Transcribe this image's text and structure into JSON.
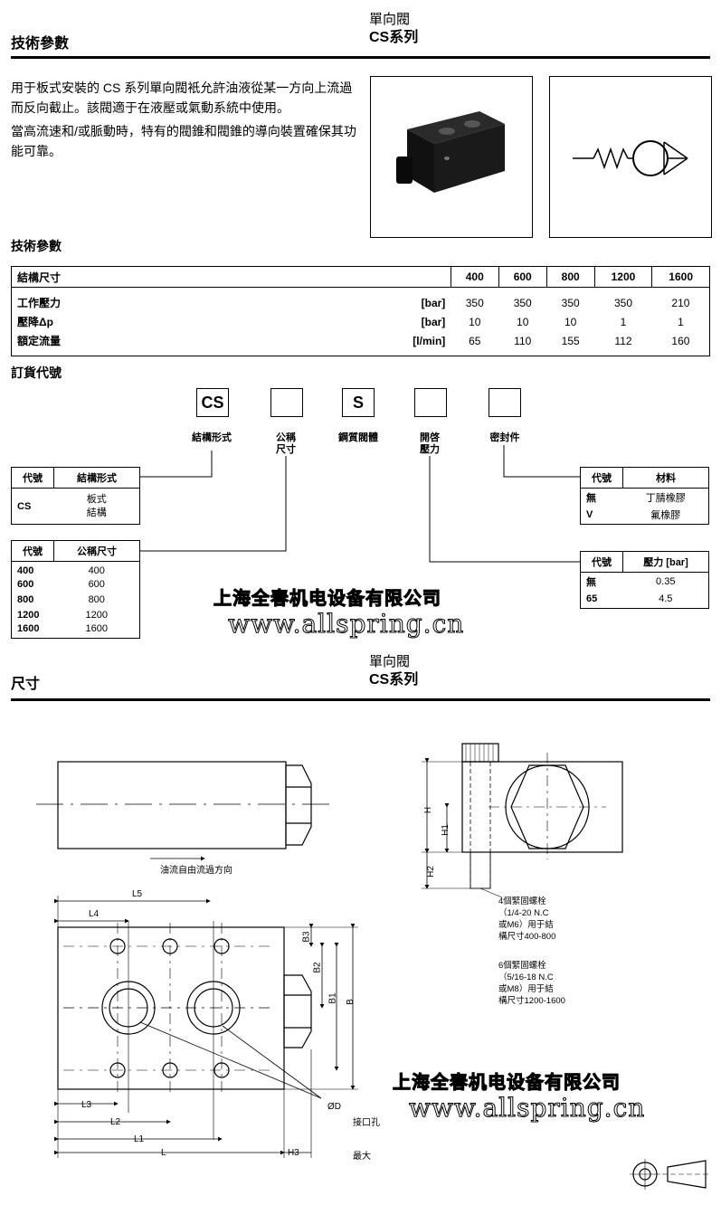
{
  "header": {
    "left_title": "技術參數",
    "product": "單向閥",
    "series": "CS系列"
  },
  "description": [
    "用于板式安裝的 CS 系列單向閥衹允許油液從某一方向上流過而反向截止。該閥適于在液壓或氣動系統中使用。",
    "當高流速和/或脈動時，特有的閥錐和閥錐的導向裝置確保其功能可靠。"
  ],
  "tech": {
    "title": "技術參數",
    "header_label": "結構尺寸",
    "sizes": [
      "400",
      "600",
      "800",
      "1200",
      "1600"
    ],
    "rows": [
      {
        "name": "工作壓力",
        "unit": "[bar]",
        "values": [
          "350",
          "350",
          "350",
          "350",
          "210"
        ]
      },
      {
        "name": "壓降Δp",
        "unit": "[bar]",
        "values": [
          "10",
          "10",
          "10",
          "1",
          "1"
        ]
      },
      {
        "name": "額定流量",
        "unit": "[l/min]",
        "values": [
          "65",
          "110",
          "155",
          "112",
          "160"
        ]
      }
    ]
  },
  "order": {
    "title": "訂貨代號",
    "boxes": [
      "CS",
      "",
      "S",
      "",
      ""
    ],
    "labels": [
      "結構形式",
      "公稱\n尺寸",
      "鋼質閥體",
      "開啓\n壓力",
      "密封件"
    ],
    "form_table": {
      "h1": "代號",
      "h2": "結構形式",
      "code": "CS",
      "value1": "板式",
      "value2": "結構"
    },
    "size_table": {
      "h1": "代號",
      "h2": "公稱尺寸",
      "rows": [
        [
          "400",
          "400"
        ],
        [
          "600",
          "600"
        ],
        [
          "800",
          "800"
        ],
        [
          "1200",
          "1200"
        ],
        [
          "1600",
          "1600"
        ]
      ]
    },
    "seal_table": {
      "h1": "代號",
      "h2": "材料",
      "rows": [
        [
          "無",
          "丁腈橡膠"
        ],
        [
          "V",
          "氟橡膠"
        ]
      ]
    },
    "pressure_table": {
      "h1": "代號",
      "h2": "壓力 [bar]",
      "rows": [
        [
          "無",
          "0.35"
        ],
        [
          "65",
          "4.5"
        ]
      ]
    }
  },
  "watermark": {
    "company": "上海全春机电设备有限公司",
    "url": "www.allspring.cn"
  },
  "dims": {
    "title": "尺寸",
    "flow_label": "油流自由流過方向",
    "labels": {
      "L": "L",
      "L1": "L1",
      "L2": "L2",
      "L3": "L3",
      "L4": "L4",
      "L5": "L5",
      "H": "H",
      "H1": "H1",
      "H2": "H2",
      "H3": "H3",
      "B": "B",
      "B1": "B1",
      "B2": "B2",
      "B3": "B3",
      "D": "ØD"
    },
    "port_label": "接口孔",
    "max_label": "最大",
    "note1": [
      "4個緊固螺栓",
      "（1/4-20 N.C",
      "或M6）用于結",
      "構尺寸400-800"
    ],
    "note2": [
      "6個緊固螺栓",
      "（5/16-18 N.C",
      "或M8）用于結",
      "構尺寸1200-1600"
    ]
  }
}
